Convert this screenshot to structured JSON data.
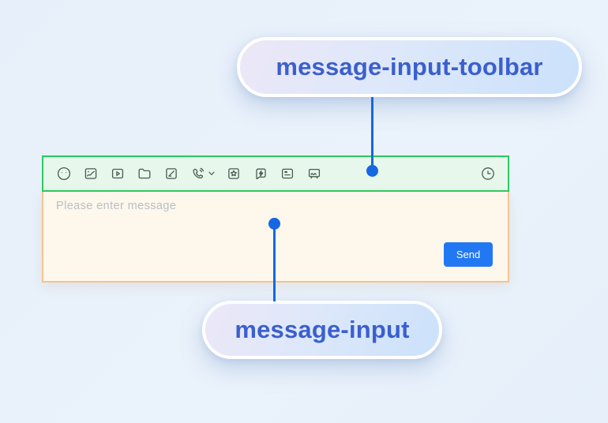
{
  "callouts": {
    "toolbar": {
      "label": "message-input-toolbar"
    },
    "input": {
      "label": "message-input"
    }
  },
  "toolbar": {
    "icons": [
      {
        "name": "emoji"
      },
      {
        "name": "image"
      },
      {
        "name": "video"
      },
      {
        "name": "folder"
      },
      {
        "name": "signature"
      },
      {
        "name": "phone",
        "has_dropdown": true
      },
      {
        "name": "star-sticker"
      },
      {
        "name": "quick-reply"
      },
      {
        "name": "saved-reply"
      },
      {
        "name": "whiteboard"
      }
    ],
    "right_icons": [
      {
        "name": "history-clock"
      }
    ]
  },
  "composer": {
    "placeholder": "Please enter message",
    "send_button": "Send"
  },
  "colors": {
    "toolbar_highlight": "#2acb5e",
    "toolbar_background": "#e7f7ec",
    "input_highlight": "#f0c592",
    "input_background": "#fdf7ec",
    "annotation_blue": "#1568e1",
    "label_text": "#3b5fce",
    "send_button": "#2278f2",
    "page_background": "#e9f1fb"
  }
}
